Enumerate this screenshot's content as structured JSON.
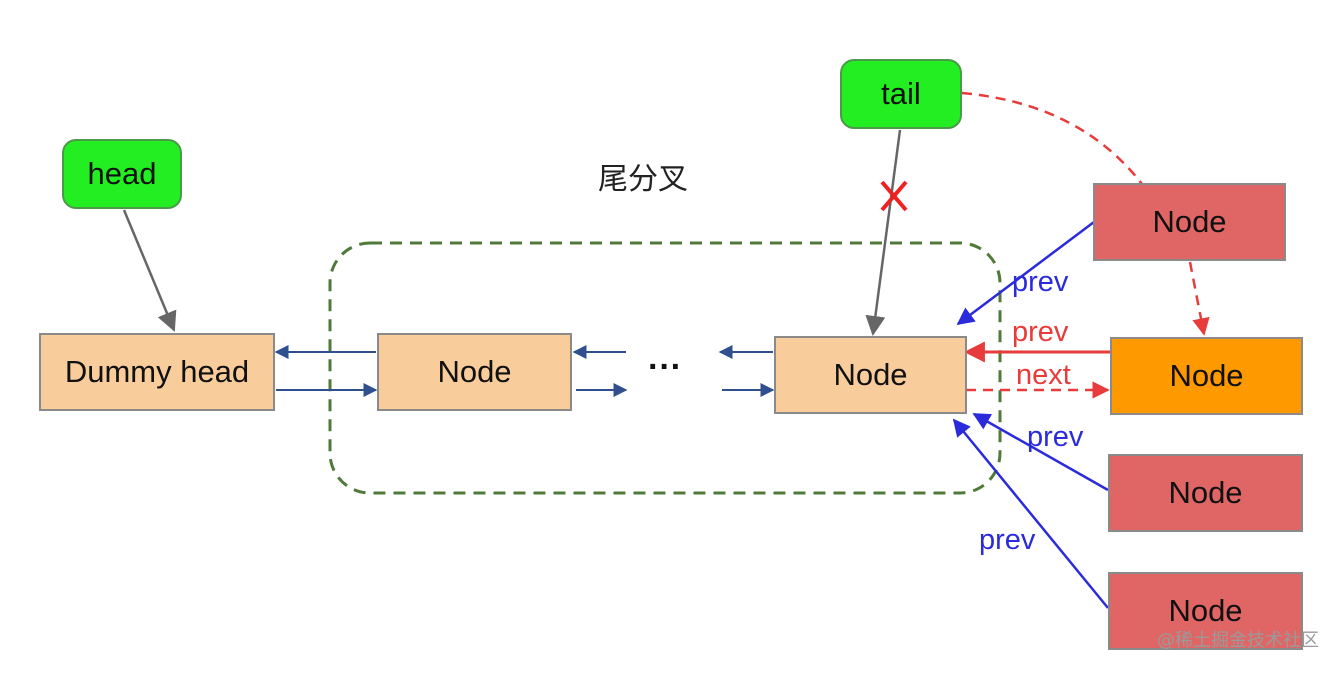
{
  "title": "尾分叉",
  "pointers": {
    "head": "head",
    "tail": "tail"
  },
  "list": {
    "dummy_head": "Dummy head",
    "node_1": "Node",
    "ellipsis": "···",
    "node_tail": "Node"
  },
  "candidates": {
    "top": "Node",
    "winner": "Node",
    "middle": "Node",
    "bottom": "Node"
  },
  "arrow_labels": {
    "prev_top": "prev",
    "prev_winner": "prev",
    "next_winner": "next",
    "prev_middle": "prev",
    "prev_bottom": "prev"
  },
  "cancel_mark": "✕",
  "watermark": "@稀土掘金技术社区",
  "colors": {
    "pointer_fill": "#22ee22",
    "list_node_fill": "#f9cc9c",
    "candidate_fill": "#e06666",
    "winner_fill": "#ff9900",
    "prev_arrow": "#2b2bdc",
    "cas_arrow": "#e83b3b",
    "region_border": "#4f7a3a"
  }
}
